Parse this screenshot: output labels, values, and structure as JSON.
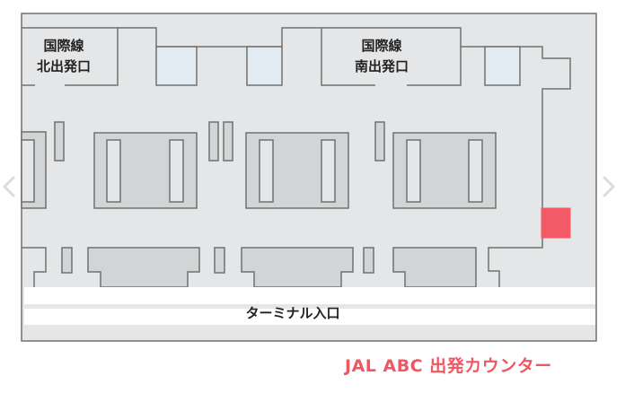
{
  "map": {
    "labels": {
      "north_departure_line1": "国際線",
      "north_departure_line2": "北出発口",
      "south_departure_line1": "国際線",
      "south_departure_line2": "南出発口",
      "terminal_entrance": "ターミナル入口"
    },
    "colors": {
      "floor": "#e5e6e8",
      "wall": "#707070",
      "counter_block": "#d3d4d6",
      "counter_inner": "#e5e6e8",
      "glass_room": "#e3ebf2",
      "walkway": "#ffffff",
      "highlight": "#f45a65"
    },
    "highlight_marker": "JAL ABC counter location"
  },
  "caption": {
    "text": "JAL ABC 出発カウンター",
    "color": "#ef5763"
  },
  "carousel": {
    "prev_icon": "chevron-left-icon",
    "next_icon": "chevron-right-icon"
  }
}
